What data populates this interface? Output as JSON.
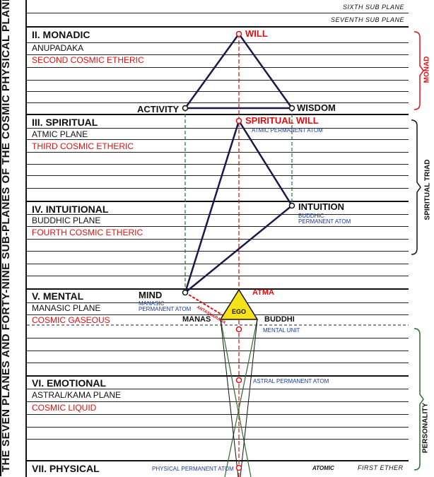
{
  "vertical_title": "THE SEVEN PLANES AND FORTY-NINE SUB-PLANES OF THE COSMIC PHYSICAL PLANE",
  "subplanes_top": [
    "SIXTH SUB PLANE",
    "SEVENTH SUB PLANE"
  ],
  "planes": [
    {
      "title": "II. MONADIC",
      "sub1": "ANUPADAKA",
      "sub2": "SECOND COSMIC ETHERIC"
    },
    {
      "title": "III. SPIRITUAL",
      "sub1": "ATMIC PLANE",
      "sub2": "THIRD COSMIC ETHERIC"
    },
    {
      "title": "IV. INTUITIONAL",
      "sub1": "BUDDHIC PLANE",
      "sub2": "FOURTH COSMIC ETHERIC"
    },
    {
      "title": "V. MENTAL",
      "sub1": "MANASIC PLANE",
      "sub2": "COSMIC GASEOUS"
    },
    {
      "title": "VI. EMOTIONAL",
      "sub1": "ASTRAL/KAMA PLANE",
      "sub2": "COSMIC LIQUID"
    },
    {
      "title": "VII. PHYSICAL"
    }
  ],
  "nodes": {
    "will": "WILL",
    "activity": "ACTIVITY",
    "wisdom": "WISDOM",
    "spiritual_will": "SPIRITUAL WILL",
    "atmic_atom": "ATMIC PERMANENT ATOM",
    "intuition": "INTUITION",
    "buddhic_atom_1": "BUDDHIC",
    "buddhic_atom_2": "PERMANENT ATOM",
    "mind": "MIND",
    "manasic_atom_1": "MANASIC",
    "manasic_atom_2": "PERMANENT ATOM",
    "atma": "ATMA",
    "ego": "EGO",
    "manas": "MANAS",
    "buddhi": "BUDDHI",
    "antahkarana": "ANTASKARANA",
    "mental_unit": "MENTAL UNIT",
    "astral_atom": "ASTRAL PERMANENT ATOM",
    "physical_atom": "PHYSICAL PERMANENT ATOM",
    "atomic": "ATOMIC",
    "first_ether": "FIRST ETHER"
  },
  "brackets": {
    "monad": "MONAD",
    "triad": "SPIRITUAL TRIAD",
    "personality": "PERSONALITY"
  },
  "colors": {
    "red": "#e01010",
    "blue": "#1a3a9a",
    "yellow": "#f5e21a",
    "green": "#2e6b2e"
  }
}
